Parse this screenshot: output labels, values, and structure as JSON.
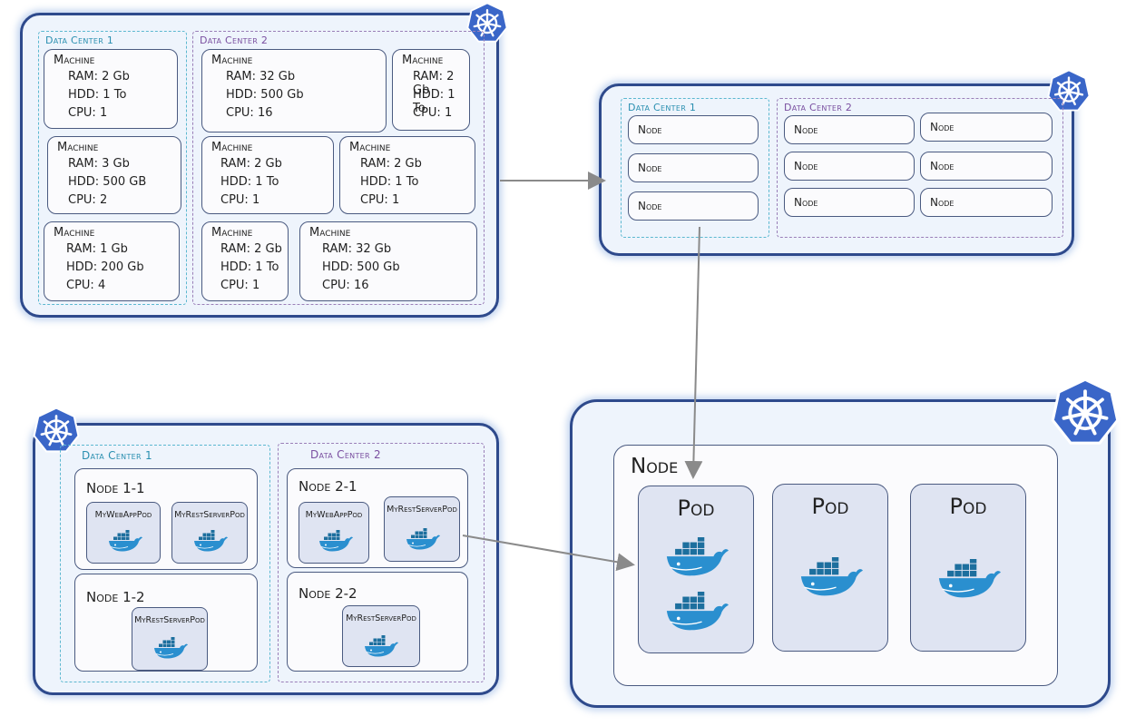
{
  "icons": {
    "kubernetes": "kubernetes-helm-icon",
    "docker": "docker-whale-icon"
  },
  "colors": {
    "cluster_border": "#2e4a8c",
    "dc1": "#2a8fb0",
    "dc2": "#7a4fa0",
    "k8s": "#3a66c8",
    "docker": "#2a8fcf"
  },
  "machines_panel": {
    "dc1_label": "Data Center 1",
    "dc2_label": "Data Center 2",
    "machines": [
      {
        "title": "Machine",
        "ram": "RAM: 2 Gb",
        "hdd": "HDD: 1 To",
        "cpu": "CPU: 1"
      },
      {
        "title": "Machine",
        "ram": "RAM: 32 Gb",
        "hdd": "HDD: 500 Gb",
        "cpu": "CPU: 16"
      },
      {
        "title": "Machine",
        "ram": "RAM: 2 Gb",
        "hdd": "HDD: 1 To",
        "cpu": "CPU: 1"
      },
      {
        "title": "Machine",
        "ram": "RAM: 3 Gb",
        "hdd": "HDD: 500 GB",
        "cpu": "CPU: 2"
      },
      {
        "title": "Machine",
        "ram": "RAM: 2 Gb",
        "hdd": "HDD: 1 To",
        "cpu": "CPU: 1"
      },
      {
        "title": "Machine",
        "ram": "RAM: 2 Gb",
        "hdd": "HDD: 1 To",
        "cpu": "CPU: 1"
      },
      {
        "title": "Machine",
        "ram": "RAM: 1 Gb",
        "hdd": "HDD: 200 Gb",
        "cpu": "CPU: 4"
      },
      {
        "title": "Machine",
        "ram": "RAM: 2 Gb",
        "hdd": "HDD: 1 To",
        "cpu": "CPU: 1"
      },
      {
        "title": "Machine",
        "ram": "RAM: 32 Gb",
        "hdd": "HDD: 500 Gb",
        "cpu": "CPU: 16"
      }
    ]
  },
  "nodes_panel": {
    "dc1_label": "Data Center 1",
    "dc2_label": "Data Center 2",
    "nodes": [
      "Node",
      "Node",
      "Node",
      "Node",
      "Node",
      "Node",
      "Node",
      "Node",
      "Node"
    ]
  },
  "pods_panel": {
    "dc1_label": "Data Center 1",
    "dc2_label": "Data Center 2",
    "nodes": [
      {
        "title": "Node 1-1",
        "pods": [
          "MyWebAppPod",
          "MyRestServerPod"
        ]
      },
      {
        "title": "Node 2-1",
        "pods": [
          "MyWebAppPod",
          "MyRestServerPod"
        ]
      },
      {
        "title": "Node 1-2",
        "pods": [
          "MyRestServerPod"
        ]
      },
      {
        "title": "Node 2-2",
        "pods": [
          "MyRestServerPod"
        ]
      }
    ]
  },
  "node_detail": {
    "title": "Node",
    "pods": [
      {
        "label": "Pod",
        "containers": 2
      },
      {
        "label": "Pod",
        "containers": 1
      },
      {
        "label": "Pod",
        "containers": 1
      }
    ]
  }
}
